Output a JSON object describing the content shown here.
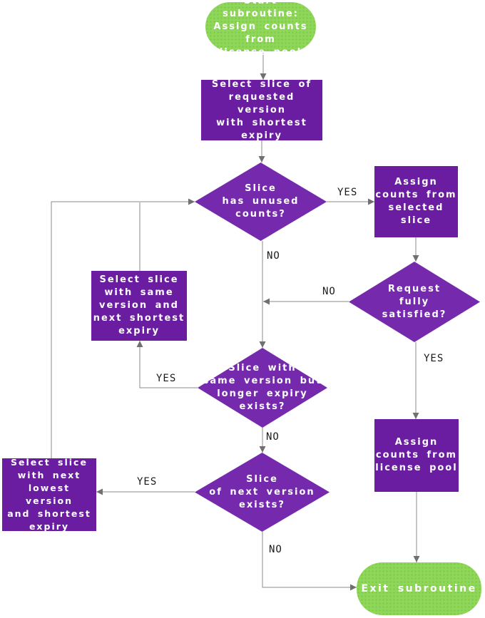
{
  "colors": {
    "start_green": "#8fd75b",
    "process_purple": "#6a1da1",
    "decision_purple": "#7529ad",
    "connector_gray": "#8a8a8a",
    "label_color": "#1a1a1a"
  },
  "nodes": {
    "start": {
      "type": "terminator",
      "label": "Start subroutine:\nAssign counts from\nlicense pool"
    },
    "select_requested": {
      "type": "process",
      "label": "Select slice of\nrequested version\nwith shortest\nexpiry"
    },
    "has_unused": {
      "type": "decision",
      "label": "Slice\nhas unused\ncounts?"
    },
    "assign_selected": {
      "type": "process",
      "label": "Assign\ncounts from\nselected\nslice"
    },
    "fully_satisfied": {
      "type": "decision",
      "label": "Request\nfully\nsatisfied?"
    },
    "select_same_version": {
      "type": "process",
      "label": "Select slice\nwith same\nversion and\nnext shortest\nexpiry"
    },
    "longer_expiry_exists": {
      "type": "decision",
      "label": "Slice with\nsame version but\nlonger expiry\nexists?"
    },
    "assign_pool": {
      "type": "process",
      "label": "Assign\ncounts from\nlicense pool"
    },
    "next_version_exists": {
      "type": "decision",
      "label": "Slice\nof next version\nexists?"
    },
    "select_next_lowest": {
      "type": "process",
      "label": "Select slice\nwith next\nlowest version\nand shortest\nexpiry"
    },
    "exit": {
      "type": "terminator",
      "label": "Exit subroutine"
    }
  },
  "edge_labels": {
    "unused_yes": "YES",
    "unused_no": "NO",
    "satisfied_no": "NO",
    "satisfied_yes": "YES",
    "longer_yes": "YES",
    "longer_no": "NO",
    "next_yes": "YES",
    "next_no": "NO"
  }
}
